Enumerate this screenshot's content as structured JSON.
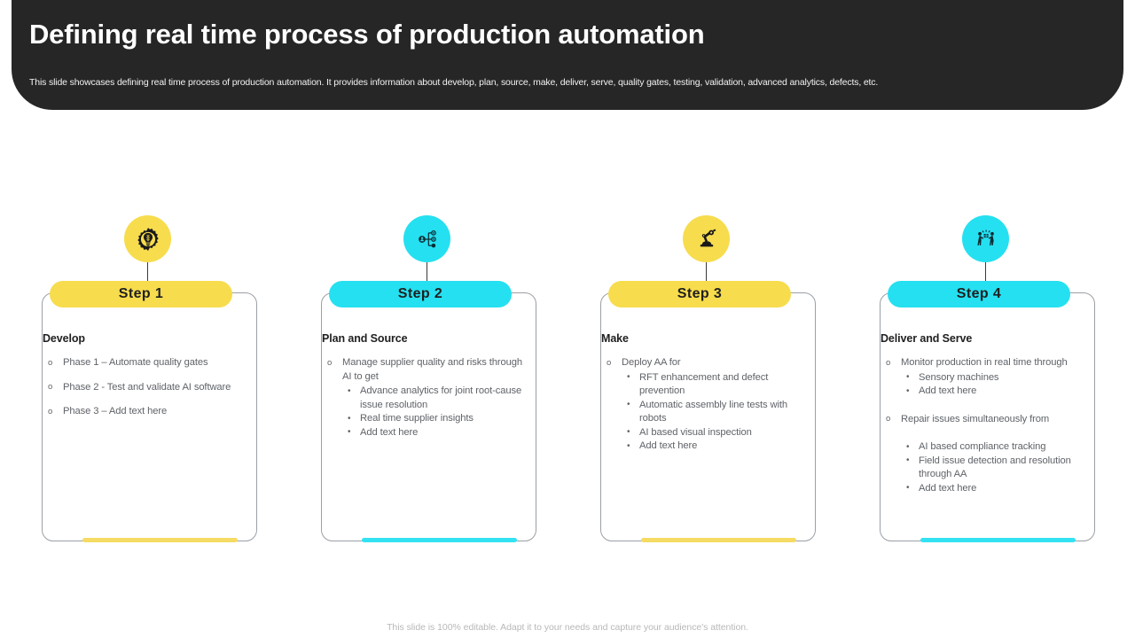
{
  "header": {
    "title": "Defining real time process of production automation",
    "subtitle": "This slide showcases defining real time process of production automation. It provides information about develop, plan, source, make, deliver, serve, quality gates, testing, validation, advanced analytics, defects, etc.",
    "bg_color": "#262626"
  },
  "colors": {
    "yellow": "#F7DC4D",
    "cyan": "#25E0F0",
    "accent_yellow": "#F5DB63",
    "accent_cyan": "#33E2F2",
    "card_border": "#9aa0a6",
    "body_text": "#5f6368",
    "heading_text": "#1f1f1f"
  },
  "steps": [
    {
      "pill_label": "Step 1",
      "heading": "Develop",
      "color": "#F7DC4D",
      "accent_color": "#F5DB63",
      "icon": "gear-lightbulb-icon",
      "bullets": [
        {
          "text": "Phase 1 – Automate quality gates",
          "children": []
        },
        {
          "text": "Phase 2 - Test and validate AI software",
          "children": []
        },
        {
          "text": "Phase 3 – Add text here",
          "children": []
        }
      ]
    },
    {
      "pill_label": "Step 2",
      "heading": "Plan and Source",
      "color": "#25E0F0",
      "accent_color": "#33E2F2",
      "icon": "network-hierarchy-icon",
      "bullets": [
        {
          "text": "Manage supplier quality and risks through AI to get",
          "children": [
            "Advance analytics for joint root-cause issue resolution",
            "Real time supplier insights",
            "Add text here"
          ]
        }
      ]
    },
    {
      "pill_label": "Step 3",
      "heading": "Make",
      "color": "#F7DC4D",
      "accent_color": "#F5DB63",
      "icon": "robot-arm-icon",
      "bullets": [
        {
          "text": "Deploy AA for",
          "children": [
            "RFT enhancement and defect prevention",
            "Automatic assembly line tests with robots",
            "AI based visual inspection",
            "Add text here"
          ]
        }
      ]
    },
    {
      "pill_label": "Step 4",
      "heading": "Deliver and Serve",
      "color": "#25E0F0",
      "accent_color": "#33E2F2",
      "icon": "people-handoff-icon",
      "bullets": [
        {
          "text": "Monitor production in real time through",
          "children": [
            "Sensory machines",
            "Add text here"
          ]
        },
        {
          "text": "Repair issues simultaneously from",
          "children": [
            "AI based compliance tracking",
            "Field issue detection and resolution through AA",
            "Add text here"
          ]
        }
      ]
    }
  ],
  "footer": {
    "note": "This slide is 100% editable. Adapt it to your needs and capture your audience's attention."
  }
}
